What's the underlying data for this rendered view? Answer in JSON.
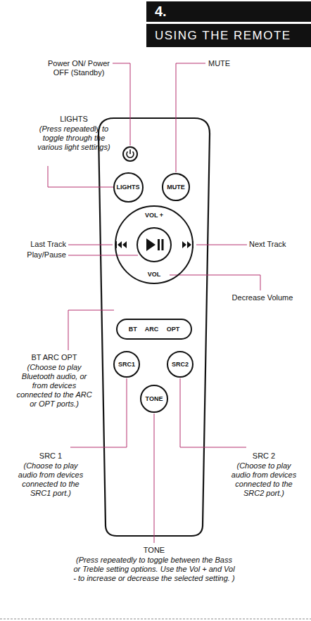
{
  "diagram": {
    "title": "USING THE REMOTE",
    "nodes": [
      {
        "text": [
          "LIGHTS"
        ]
      },
      {
        "text": [
          "MUTE"
        ]
      },
      {
        "text": [
          "VOL +",
          "VOL"
        ]
      },
      {
        "text": [
          "BT ARC OPT"
        ]
      },
      {
        "text": [
          "SRC1"
        ]
      },
      {
        "text": [
          "SRC2"
        ]
      },
      {
        "text": [
          "TONE"
        ]
      }
    ],
    "labels": [
      "4.",
      "Power ON/ Power OFF (Standby)",
      "MUTE",
      "LIGHTS",
      "(Press repeatedly to toggle through the various light settings)",
      "Last Track",
      "Next Track",
      "Play/Pause",
      "Decrease Volume",
      "BT ARC OPT",
      "(Choose to play Bluetooth audio, or from devices connected to the ARC or OPT ports.)",
      "SRC 1",
      "(Choose to play audio from devices connected to the SRC1 port.)",
      "SRC 2",
      "(Choose to play audio from devices connected to the SRC2 port.)",
      "TONE",
      "(Press repeatedly to toggle between the Bass or Treble setting options. Use the Vol + and Vol - to increase or decrease the selected setting. )"
    ]
  }
}
